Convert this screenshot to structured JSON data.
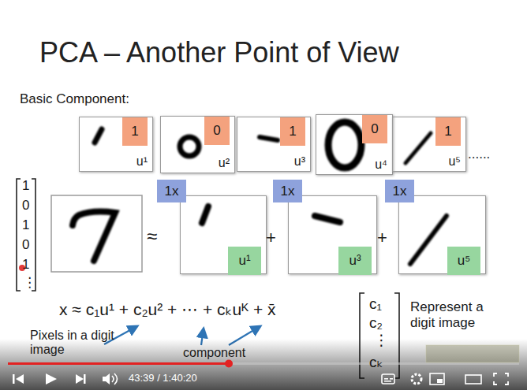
{
  "diagram": {
    "title": "PCA – Another Point of View",
    "nodes": [
      {
        "text": [
          "u¹"
        ]
      },
      {
        "text": [
          "1"
        ],
        "in": 0
      },
      {
        "text": [
          "u²"
        ]
      },
      {
        "text": [
          "0"
        ],
        "in": 2
      },
      {
        "text": [
          "u³"
        ]
      },
      {
        "text": [
          "1"
        ],
        "in": 4
      },
      {
        "text": [
          "u⁴"
        ]
      },
      {
        "text": [
          "0"
        ],
        "in": 6
      },
      {
        "text": [
          "u⁵"
        ]
      },
      {
        "text": [
          "1"
        ],
        "in": 8
      },
      {
        "text": []
      },
      {
        "text": [
          "1x"
        ],
        "in": 10
      },
      {
        "text": [
          "u¹"
        ],
        "in": 10
      },
      {
        "text": []
      },
      {
        "text": [
          "1x"
        ],
        "in": 13
      },
      {
        "text": [
          "u³"
        ],
        "in": 13
      },
      {
        "text": []
      },
      {
        "text": [
          "1x"
        ],
        "in": 16
      },
      {
        "text": [
          "u⁵"
        ],
        "in": 16
      }
    ],
    "labels": [
      "Basic Component:",
      "......",
      "1",
      "0",
      "1",
      "0",
      "1",
      "⋮",
      "≈",
      "+",
      "+",
      "x ≈ c₁u¹ + c₂u² + ⋯ + cₖuᴷ + x̄",
      "c₁",
      "c₂",
      "⋮",
      "cₖ",
      "Represent a digit image",
      "Pixels in a digit image",
      "component",
      "43:39 / 1:40:20"
    ]
  }
}
